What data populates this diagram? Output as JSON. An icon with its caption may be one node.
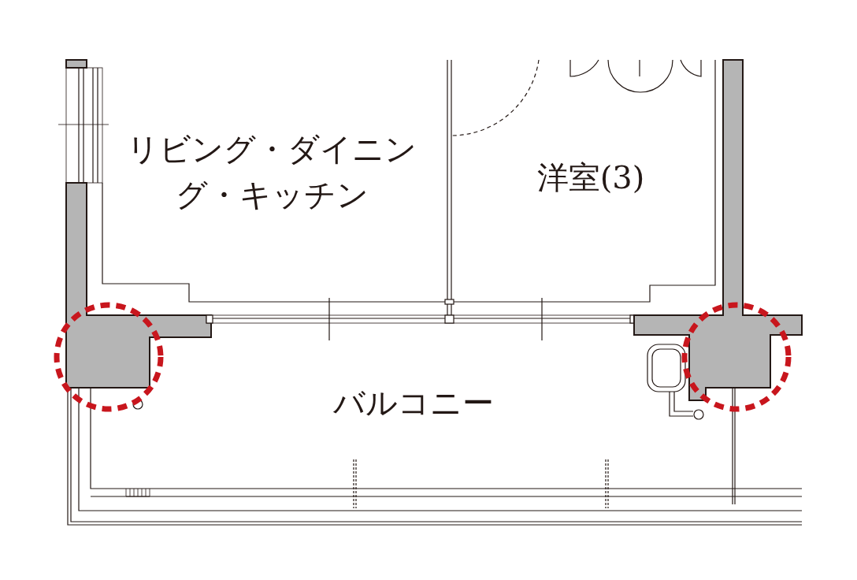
{
  "diagram": {
    "nodes": [
      {
        "text": [
          "リビング・ダイニング・キッチン"
        ]
      },
      {
        "text": [
          "洋室(3)"
        ]
      },
      {
        "text": [
          "バルコニー"
        ]
      }
    ]
  }
}
